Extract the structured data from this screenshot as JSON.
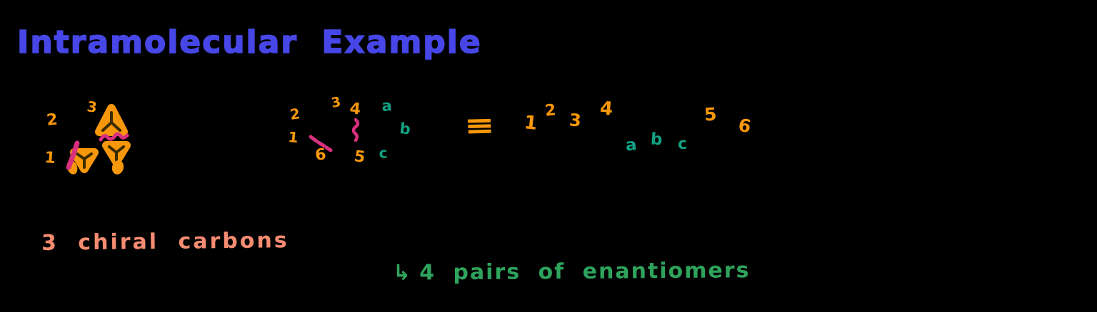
{
  "colors": {
    "background": "#000000",
    "blue": "#4747E8",
    "orange": "#F7970B",
    "pink": "#D8307F",
    "teal": "#12A385",
    "green": "#2EA35C",
    "salmon": "#F68C72",
    "bond_dark": "#3D2B00"
  },
  "title": "Intramolecular Example",
  "left_structure": {
    "numbers": [
      "2",
      "3",
      "1"
    ],
    "caption": "3 chiral carbons"
  },
  "middle_structure": {
    "numbers": [
      "2",
      "1",
      "3",
      "4",
      "6",
      "5"
    ],
    "letters": [
      "a",
      "b",
      "c"
    ]
  },
  "equivalence_symbol": "≡",
  "right_annotation": {
    "numbers": [
      "1",
      "2",
      "3",
      "4",
      "5",
      "6"
    ],
    "letters": [
      "a",
      "b",
      "c"
    ]
  },
  "footnote": {
    "arrow": "↳",
    "text": "4 pairs of enantiomers"
  }
}
